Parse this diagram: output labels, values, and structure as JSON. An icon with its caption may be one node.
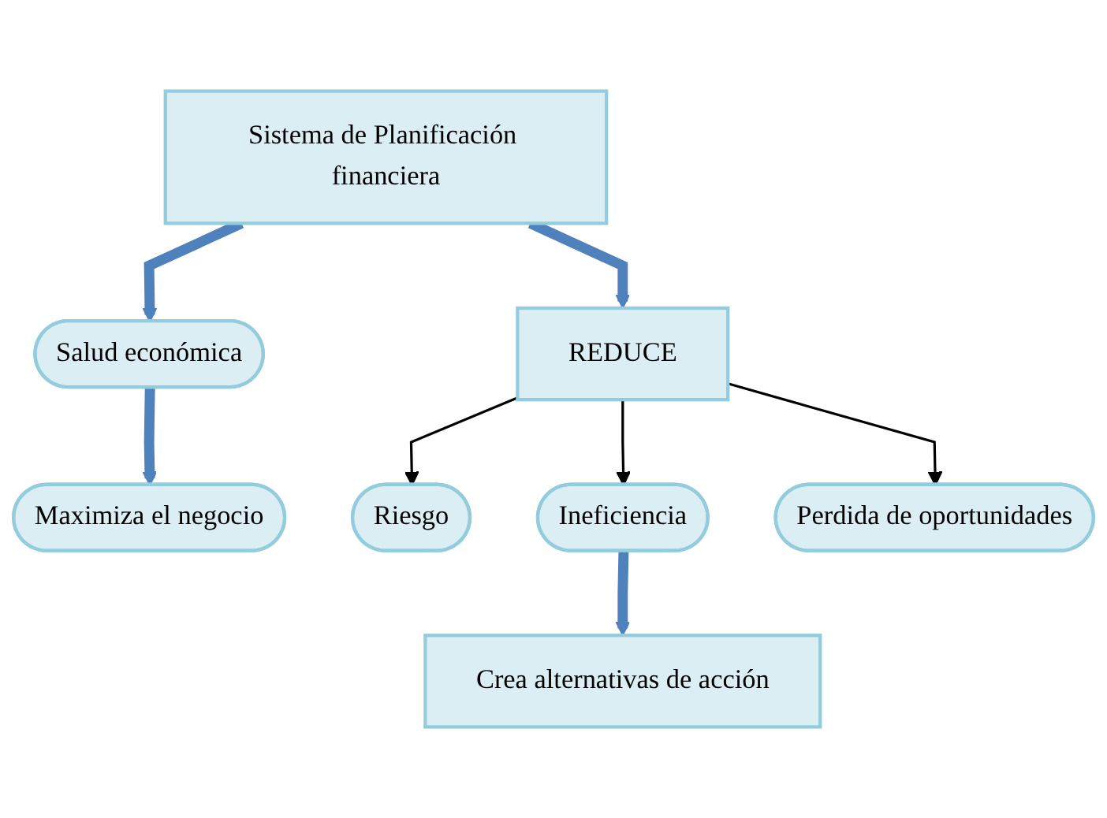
{
  "diagram": {
    "nodes": [
      {
        "text": [
          "Sistema de Planificación financiera"
        ]
      },
      {
        "text": [
          "REDUCE"
        ]
      },
      {
        "text": [
          "Salud económica"
        ]
      },
      {
        "text": [
          "Maximiza el negocio"
        ]
      },
      {
        "text": [
          "Riesgo"
        ]
      },
      {
        "text": [
          "Ineficiencia"
        ]
      },
      {
        "text": [
          "Perdida de oportunidades"
        ]
      },
      {
        "text": [
          "Crea alternativas de acción"
        ]
      }
    ],
    "edges": [
      {
        "from": 0,
        "to": 1,
        "arrow": "to"
      },
      {
        "from": 0,
        "to": 2,
        "arrow": "to"
      },
      {
        "from": 2,
        "to": 3,
        "arrow": "to"
      },
      {
        "from": 1,
        "to": 4,
        "arrow": "to",
        "color": "#000000"
      },
      {
        "from": 1,
        "to": 5,
        "arrow": "to",
        "color": "#000000"
      },
      {
        "from": 1,
        "to": 6,
        "arrow": "to",
        "color": "#000000"
      },
      {
        "from": 5,
        "to": 7,
        "arrow": "to"
      }
    ]
  }
}
